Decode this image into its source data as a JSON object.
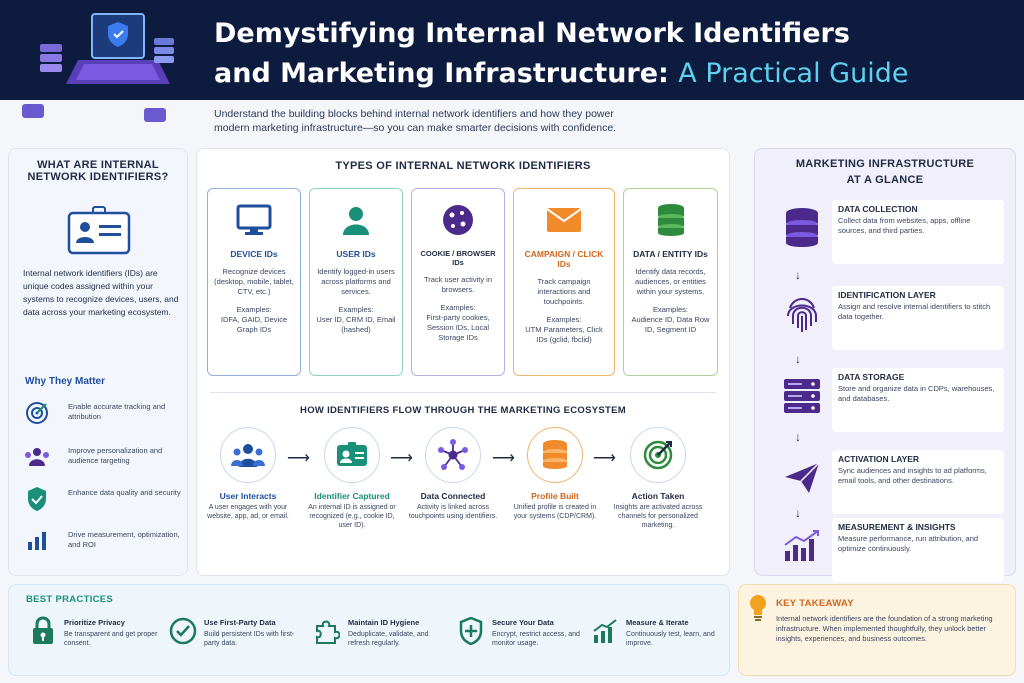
{
  "header": {
    "title_line1": "Demystifying Internal Network Identifiers",
    "title_line2_main": "and Marketing Infrastructure:",
    "title_line2_accent": "A Practical Guide",
    "intro_line1": "Understand the building blocks behind internal network identifiers and how they power",
    "intro_line2": "modern marketing infrastructure—so you can make smarter decisions with confidence."
  },
  "what_are": {
    "title_line1": "WHAT ARE INTERNAL",
    "title_line2": "NETWORK IDENTIFIERS?",
    "body": "Internal network identifiers (IDs) are unique codes assigned within your systems to recognize devices, users, and data across your marketing ecosystem.",
    "why_title": "Why They Matter",
    "why_items": [
      {
        "icon": "target-icon",
        "text": "Enable accurate tracking and attribution"
      },
      {
        "icon": "people-icon",
        "text": "Improve personalization and audience targeting"
      },
      {
        "icon": "shield-check-icon",
        "text": "Enhance data quality and security"
      },
      {
        "icon": "bar-chart-icon",
        "text": "Drive measurement, optimization, and ROI"
      }
    ]
  },
  "types": {
    "title": "TYPES OF INTERNAL NETWORK IDENTIFIERS",
    "cards": [
      {
        "icon": "monitor-icon",
        "name": "DEVICE IDs",
        "desc": "Recognize devices (desktop, mobile, tablet, CTV, etc.)",
        "examples_label": "Examples:",
        "examples": "IDFA, GAID, Device Graph IDs",
        "border": "#8fb0e0",
        "name_color": "#1f4e9c"
      },
      {
        "icon": "user-icon",
        "name": "USER IDs",
        "desc": "Identify logged-in users across platforms and services.",
        "examples_label": "Examples:",
        "examples": "User ID, CRM ID, Email (hashed)",
        "border": "#8fd4c6",
        "name_color": "#1f4e9c"
      },
      {
        "icon": "cookie-icon",
        "name": "COOKIE / BROWSER IDs",
        "desc": "Track user activity in browsers.",
        "examples_label": "Examples:",
        "examples": "First-party cookies, Session IDs, Local Storage IDs",
        "border": "#b9b0e2",
        "name_color": "#1f2a44"
      },
      {
        "icon": "envelope-icon",
        "name": "CAMPAIGN / CLICK IDs",
        "desc": "Track campaign interactions and touchpoints.",
        "examples_label": "Examples:",
        "examples": "UTM Parameters, Click IDs (gclid, fbclid)",
        "border": "#f0b46a",
        "name_color": "#d0671a"
      },
      {
        "icon": "database-icon",
        "name": "DATA / ENTITY IDs",
        "desc": "Identify data records, audiences, or entities within your systems.",
        "examples_label": "Examples:",
        "examples": "Audience ID, Data Row ID, Segment ID",
        "border": "#a9d59a",
        "name_color": "#1f2a44"
      }
    ]
  },
  "flow": {
    "title": "HOW IDENTIFIERS FLOW THROUGH THE MARKETING ECOSYSTEM",
    "steps": [
      {
        "icon": "people-icon",
        "name": "User Interacts",
        "desc": "A user engages with your website, app, ad, or email.",
        "color": "#1f4e9c"
      },
      {
        "icon": "id-card-icon",
        "name": "Identifier Captured",
        "desc": "An internal ID is assigned or recognized (e.g., cookie ID, user ID).",
        "color": "#1a8f7a"
      },
      {
        "icon": "network-icon",
        "name": "Data Connected",
        "desc": "Activity is linked across touchpoints using identifiers.",
        "color": "#1f2a44"
      },
      {
        "icon": "database-icon",
        "name": "Profile Built",
        "desc": "Unified profile is created in your systems (CDP/CRM).",
        "color": "#d0671a"
      },
      {
        "icon": "target-icon",
        "name": "Action Taken",
        "desc": "Insights are activated across channels for personalized marketing.",
        "color": "#1f2a44"
      }
    ]
  },
  "infra": {
    "title_line1": "MARKETING INFRASTRUCTURE",
    "title_line2": "AT A GLANCE",
    "items": [
      {
        "icon": "database-icon",
        "name": "DATA COLLECTION",
        "desc": "Collect data from websites, apps, offline sources, and third parties."
      },
      {
        "icon": "fingerprint-icon",
        "name": "IDENTIFICATION LAYER",
        "desc": "Assign and resolve internal identifiers to stitch data together."
      },
      {
        "icon": "server-icon",
        "name": "DATA STORAGE",
        "desc": "Store and organize data in CDPs, warehouses, and databases."
      },
      {
        "icon": "paper-plane-icon",
        "name": "ACTIVATION LAYER",
        "desc": "Sync audiences and insights to ad platforms, email tools, and other destinations."
      },
      {
        "icon": "growth-chart-icon",
        "name": "MEASUREMENT & INSIGHTS",
        "desc": "Measure performance, run attribution, and optimize continuously."
      }
    ]
  },
  "best_practices": {
    "title": "BEST PRACTICES",
    "items": [
      {
        "icon": "lock-icon",
        "name": "Prioritize Privacy",
        "desc": "Be transparent and get proper consent."
      },
      {
        "icon": "check-circle-icon",
        "name": "Use First-Party Data",
        "desc": "Build persistent IDs with first-party data."
      },
      {
        "icon": "puzzle-icon",
        "name": "Maintain ID Hygiene",
        "desc": "Deduplicate, validate, and refresh regularly."
      },
      {
        "icon": "shield-plus-icon",
        "name": "Secure Your Data",
        "desc": "Encrypt, restrict access, and monitor usage."
      },
      {
        "icon": "trend-chart-icon",
        "name": "Measure & Iterate",
        "desc": "Continuously test, learn, and improve."
      }
    ]
  },
  "takeaway": {
    "icon": "lightbulb-icon",
    "title": "KEY TAKEAWAY",
    "body": "Internal network identifiers are the foundation of a strong marketing infrastructure. When implemented thoughtfully, they unlock better insights, experiences, and business outcomes."
  },
  "colors": {
    "navy": "#0d1b3e",
    "accent": "#5fd0ee",
    "purple": "#4b2a8c",
    "green": "#1a8f7a",
    "orange": "#d0671a"
  }
}
